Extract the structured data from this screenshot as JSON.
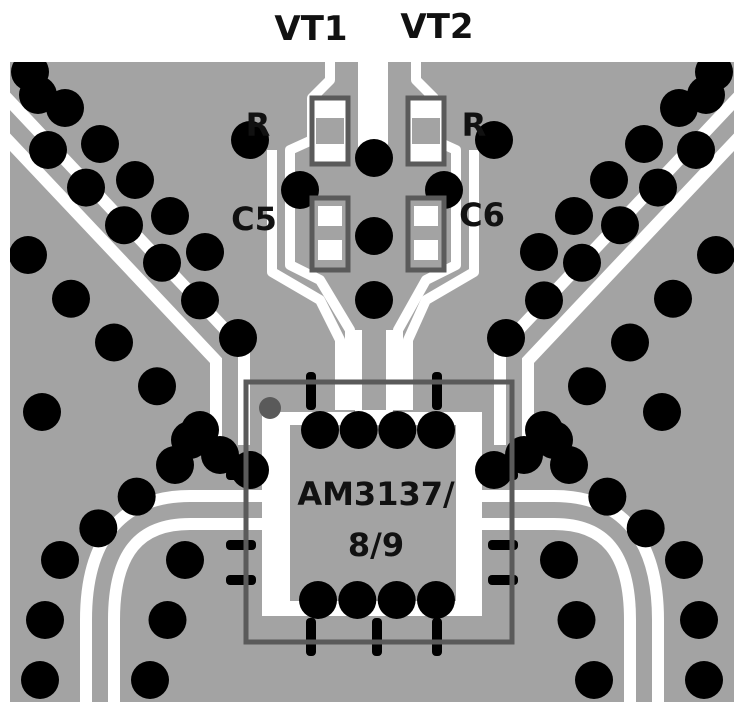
{
  "title": "",
  "labels": {
    "vt1": "VT1",
    "vt2": "VT2",
    "r_left": "R",
    "r_right": "R",
    "c5": "C5",
    "c6": "C6"
  },
  "chip": {
    "line1": "AM3137/",
    "line2": "8/9"
  },
  "colors": {
    "background": "#ffffff",
    "copper": "#a3a3a3",
    "gap": "#ffffff",
    "via": "#000000",
    "outline": "#5a5a5a",
    "text": "#111111"
  }
}
